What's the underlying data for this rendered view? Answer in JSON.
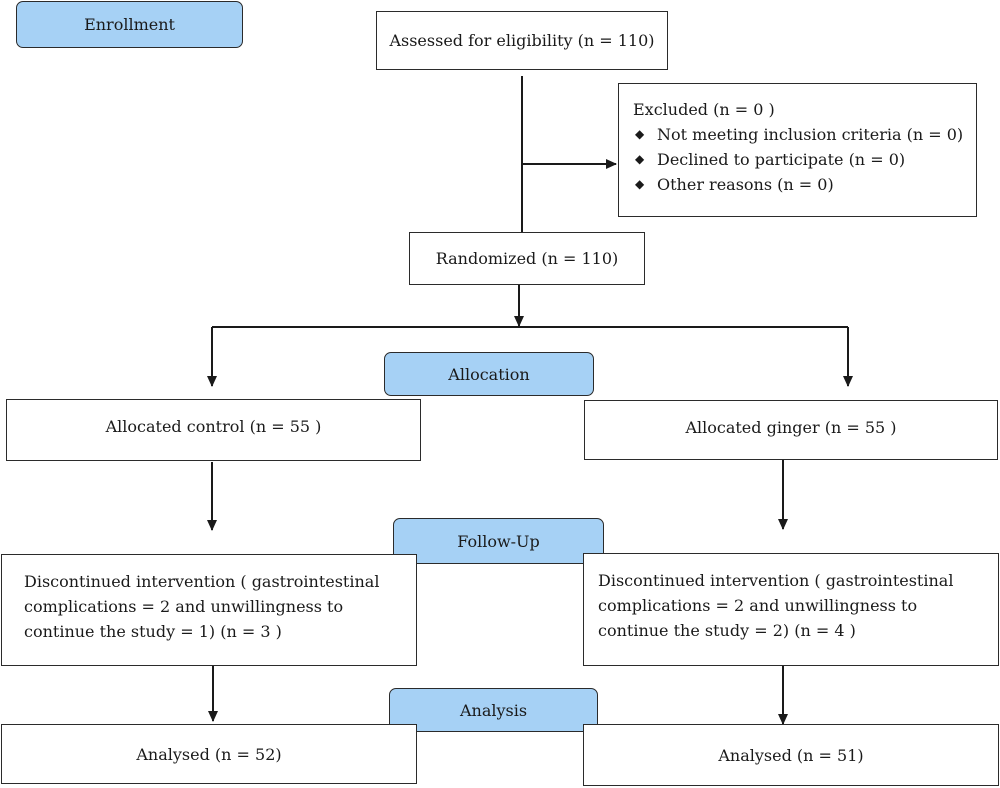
{
  "stages": {
    "enrollment": "Enrollment",
    "allocation": "Allocation",
    "follow_up": "Follow-Up",
    "analysis": "Analysis"
  },
  "assessed": "Assessed for eligibility (n = 110)",
  "excluded": {
    "title": "Excluded (n = 0 )",
    "reasons": [
      "Not meeting inclusion criteria (n = 0)",
      "Declined to participate (n = 0)",
      "Other reasons (n = 0)"
    ]
  },
  "randomized": "Randomized (n = 110)",
  "control": {
    "allocated": "Allocated control (n = 55 )",
    "discontinued": [
      "Discontinued  intervention ( gastrointestinal",
      "complications = 2 and   unwillingness to",
      "continue the study = 1) (n = 3 )"
    ],
    "analysed": "Analysed  (n = 52)"
  },
  "ginger": {
    "allocated": "Allocated ginger (n = 55 )",
    "discontinued": [
      "Discontinued intervention ( gastrointestinal",
      "complications = 2 and   unwillingness to",
      "continue the study = 2) (n = 4 )"
    ],
    "analysed": "Analysed  (n = 51)"
  }
}
